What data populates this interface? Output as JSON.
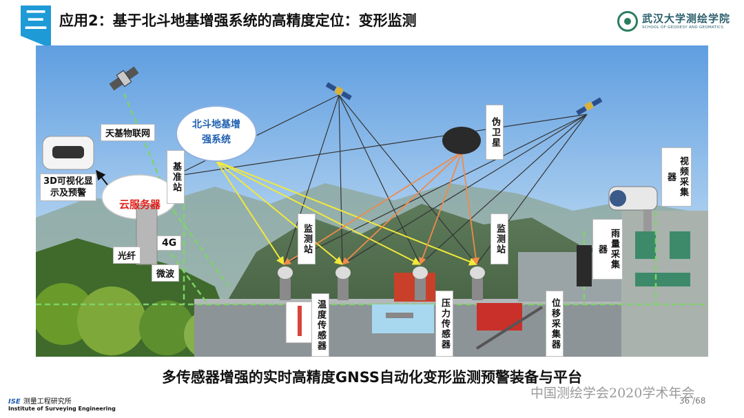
{
  "header": {
    "badge": "三",
    "title": "应用2：基于北斗地基增强系统的高精度定位：变形监测",
    "logo_cn": "武汉大学测绘学院",
    "logo_en": "SCHOOL OF GEODESY AND GEOMATICS"
  },
  "diagram": {
    "cloud_beidou": "北斗地基增强系统",
    "cloud_server": "云服务器",
    "labels": {
      "tianji": "天基物联网",
      "viz": "3D可视化显示及预警",
      "base_station": "基准站",
      "pseudolite": "伪卫星",
      "video": "视频采集器",
      "rain": "雨量采集器",
      "monitor1": "监测站",
      "monitor2": "监测站",
      "temp": "温度传感器",
      "pressure": "压力传感器",
      "disp": "位移采集器",
      "g4": "4G",
      "fiber": "光纤",
      "microwave": "微波"
    }
  },
  "caption": "多传感器增强的实时高精度GNSS自动化变形监测预警装备与平台",
  "footer": {
    "ise": "ISE",
    "institute_cn": "测量工程研究所",
    "institute_en": "Institute of Surveying Engineering",
    "watermark": "中国测绘学会2020学术年会",
    "page": "36 /68"
  },
  "colors": {
    "accent": "#1e9ad6",
    "yellow_link": "#f2e93a",
    "orange_link": "#f08a4b",
    "dark_link": "#333333",
    "green_link": "#7ed36a"
  }
}
